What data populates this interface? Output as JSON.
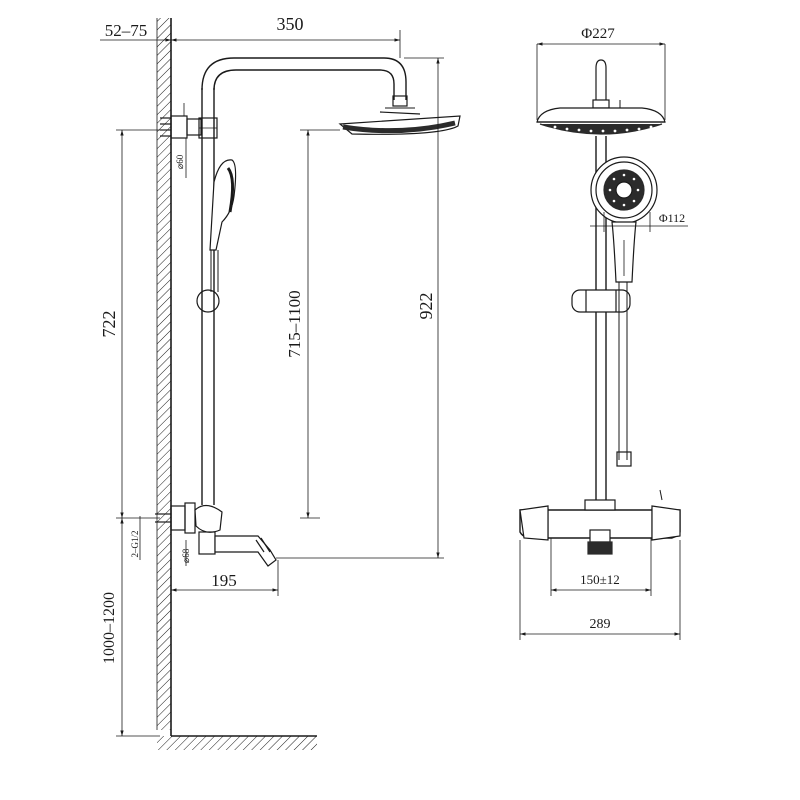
{
  "side_view": {
    "wall_offset": "52–75",
    "arm_reach": "350",
    "rail_height": "722",
    "rail_dia": "⌀60",
    "showerhead_height_range": "715–1100",
    "total_height": "922",
    "inlet_thread": "2–G1/2",
    "spout_dia": "⌀68",
    "spout_reach": "195",
    "mount_height": "1000–1200"
  },
  "front_view": {
    "head_dia": "Φ227",
    "hand_dia": "Φ112",
    "inlet_spacing": "150±12",
    "mixer_width": "289"
  },
  "colors": {
    "line": "#1a1a1a",
    "head_dark": "#2b2b2b"
  }
}
